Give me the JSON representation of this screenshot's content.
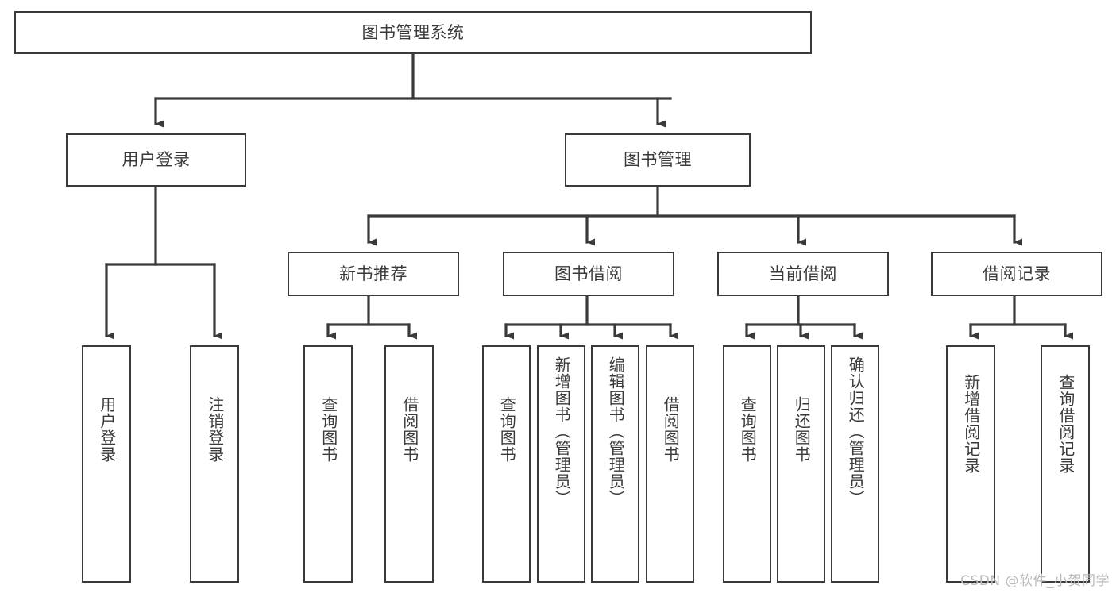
{
  "diagram": {
    "title": "图书管理系统",
    "type": "functional-structure-tree",
    "watermark": "CSDN @软件_小贺同学",
    "colors": {
      "stroke": "#3a3a3a",
      "fill": "#ffffff",
      "text": "#3a3a3a",
      "watermark": "#b9b9b9"
    },
    "nodes": {
      "root": {
        "label": "图书管理系统"
      },
      "level2": [
        {
          "id": "user-login",
          "label": "用户登录"
        },
        {
          "id": "book-manage",
          "label": "图书管理"
        }
      ],
      "level3": [
        {
          "id": "new-book-rec",
          "label": "新书推荐"
        },
        {
          "id": "book-borrow",
          "label": "图书借阅"
        },
        {
          "id": "current-borrow",
          "label": "当前借阅"
        },
        {
          "id": "borrow-record",
          "label": "借阅记录"
        }
      ],
      "leaves": [
        {
          "id": "leaf-user-login",
          "label": "用户登录",
          "parent": "user-login"
        },
        {
          "id": "leaf-logout",
          "label": "注销登录",
          "parent": "user-login"
        },
        {
          "id": "leaf-query-book-1",
          "label": "查询图书",
          "parent": "new-book-rec"
        },
        {
          "id": "leaf-borrow-book-1",
          "label": "借阅图书",
          "parent": "new-book-rec"
        },
        {
          "id": "leaf-query-book-2",
          "label": "查询图书",
          "parent": "book-borrow"
        },
        {
          "id": "leaf-add-book",
          "label": "新增图书（管理员）",
          "parent": "book-borrow"
        },
        {
          "id": "leaf-edit-book",
          "label": "编辑图书（管理员）",
          "parent": "book-borrow"
        },
        {
          "id": "leaf-borrow-book-2",
          "label": "借阅图书",
          "parent": "book-borrow"
        },
        {
          "id": "leaf-query-book-3",
          "label": "查询图书",
          "parent": "current-borrow"
        },
        {
          "id": "leaf-return-book",
          "label": "归还图书",
          "parent": "current-borrow"
        },
        {
          "id": "leaf-confirm-return",
          "label": "确认归还（管理员）",
          "parent": "current-borrow"
        },
        {
          "id": "leaf-add-record",
          "label": "新增借阅记录",
          "parent": "borrow-record"
        },
        {
          "id": "leaf-query-record",
          "label": "查询借阅记录",
          "parent": "borrow-record"
        }
      ]
    }
  }
}
